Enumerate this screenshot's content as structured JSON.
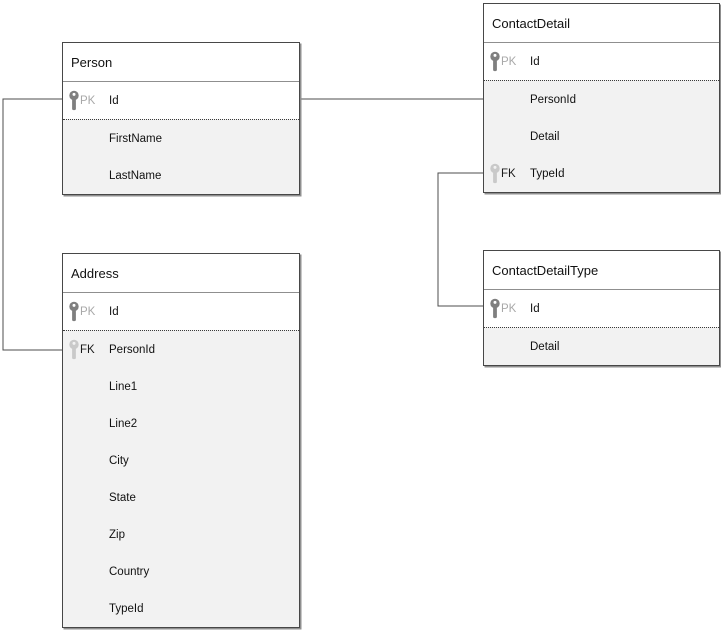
{
  "canvas": {
    "background": "#ffffff"
  },
  "palette": {
    "table_border": "#474747",
    "header_bg": "#ffffff",
    "key_section_bg": "#ffffff",
    "body_bg": "#f2f2f2",
    "dotted_separator": "#3a3a3a",
    "connector": "#4d4d4d",
    "pk_icon": "#7f7f7f",
    "fk_icon": "#c9c9c9",
    "pk_label_text": "#a8a8a8",
    "fk_label_text": "#1a1a1a",
    "field_text": "#111111"
  },
  "tables": {
    "person": {
      "title": "Person",
      "fields": [
        {
          "key": "PK",
          "name": "Id"
        },
        {
          "key": "",
          "name": "FirstName"
        },
        {
          "key": "",
          "name": "LastName"
        }
      ]
    },
    "contact_detail": {
      "title": "ContactDetail",
      "fields": [
        {
          "key": "PK",
          "name": "Id"
        },
        {
          "key": "",
          "name": "PersonId"
        },
        {
          "key": "",
          "name": "Detail"
        },
        {
          "key": "FK",
          "name": "TypeId"
        }
      ]
    },
    "address": {
      "title": "Address",
      "fields": [
        {
          "key": "PK",
          "name": "Id"
        },
        {
          "key": "FK",
          "name": "PersonId"
        },
        {
          "key": "",
          "name": "Line1"
        },
        {
          "key": "",
          "name": "Line2"
        },
        {
          "key": "",
          "name": "City"
        },
        {
          "key": "",
          "name": "State"
        },
        {
          "key": "",
          "name": "Zip"
        },
        {
          "key": "",
          "name": "Country"
        },
        {
          "key": "",
          "name": "TypeId"
        }
      ]
    },
    "contact_detail_type": {
      "title": "ContactDetailType",
      "fields": [
        {
          "key": "PK",
          "name": "Id"
        },
        {
          "key": "",
          "name": "Detail"
        }
      ]
    }
  },
  "relationships": [
    {
      "from_table": "Person",
      "from_field": "Id",
      "to_table": "Address",
      "to_field": "PersonId"
    },
    {
      "from_table": "Person",
      "from_field": "Id",
      "to_table": "ContactDetail",
      "to_field": "PersonId"
    },
    {
      "from_table": "ContactDetailType",
      "from_field": "Id",
      "to_table": "ContactDetail",
      "to_field": "TypeId"
    }
  ]
}
